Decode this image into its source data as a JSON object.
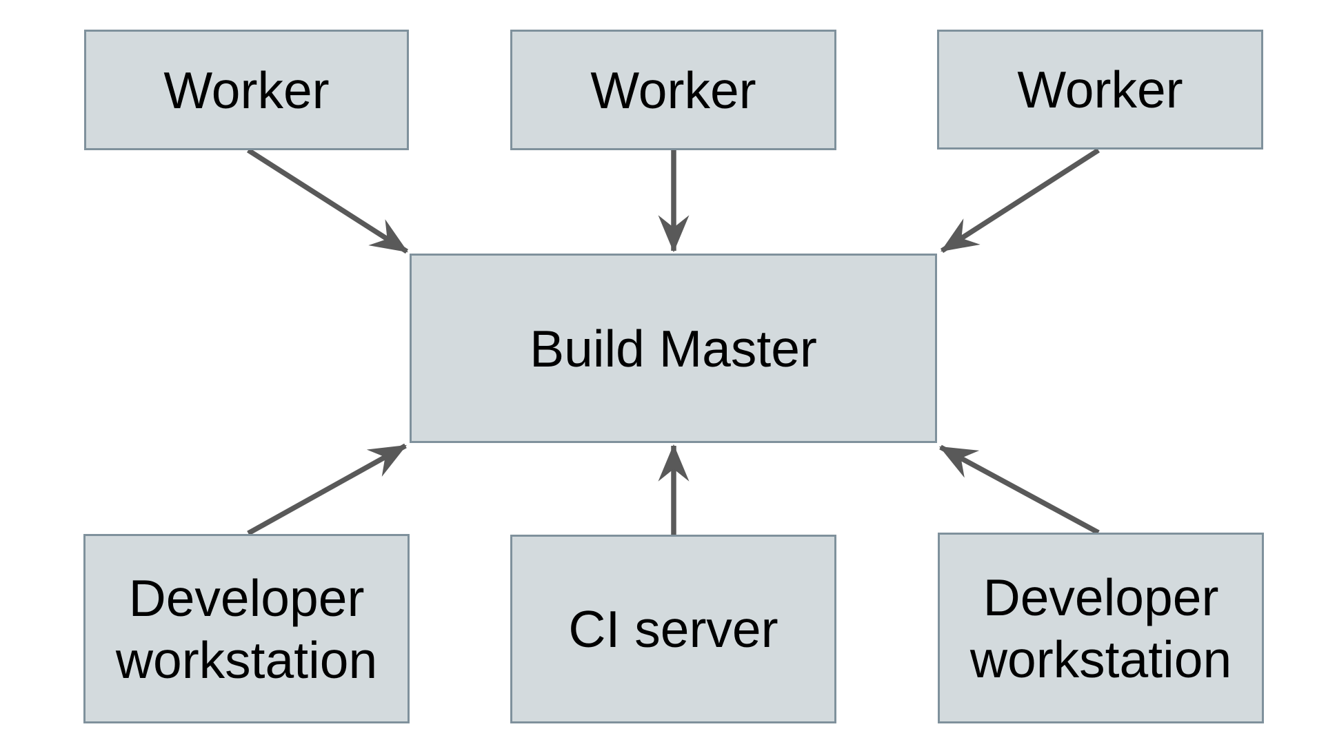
{
  "diagram": {
    "nodes": [
      {
        "id": "worker-1",
        "label": "Worker"
      },
      {
        "id": "worker-2",
        "label": "Worker"
      },
      {
        "id": "worker-3",
        "label": "Worker"
      },
      {
        "id": "build-master",
        "label": "Build Master"
      },
      {
        "id": "developer-workstation-left",
        "label": "Developer workstation"
      },
      {
        "id": "ci-server",
        "label": "CI server"
      },
      {
        "id": "developer-workstation-right",
        "label": "Developer workstation"
      }
    ],
    "edges": [
      {
        "from": "worker-1",
        "to": "build-master"
      },
      {
        "from": "worker-2",
        "to": "build-master"
      },
      {
        "from": "worker-3",
        "to": "build-master"
      },
      {
        "from": "developer-workstation-left",
        "to": "build-master"
      },
      {
        "from": "ci-server",
        "to": "build-master"
      },
      {
        "from": "developer-workstation-right",
        "to": "build-master"
      }
    ],
    "colors": {
      "background": "#ffffff",
      "node_fill": "#d3dadd",
      "node_border": "#7f919c",
      "arrow": "#595959",
      "text": "#000000"
    }
  }
}
